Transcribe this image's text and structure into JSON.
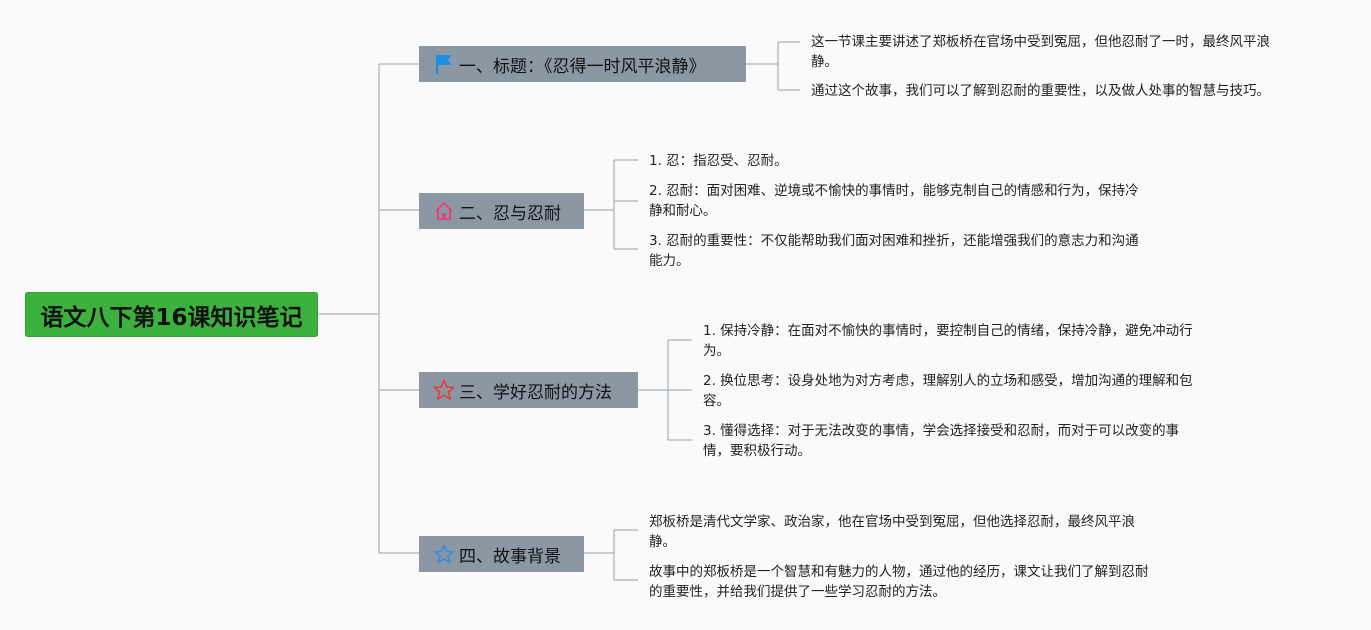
{
  "root": {
    "label": "语文八下第16课知识笔记"
  },
  "branches": [
    {
      "label": "一、标题：《忍得一时风平浪静》",
      "icon": "flag-icon",
      "leaves": [
        "这一节课主要讲述了郑板桥在官场中受到冤屈，但他忍耐了一时，最终风平浪静。",
        "通过这个故事，我们可以了解到忍耐的重要性，以及做人处事的智慧与技巧。"
      ]
    },
    {
      "label": "二、忍与忍耐",
      "icon": "home-icon",
      "leaves": [
        "1. 忍：指忍受、忍耐。",
        "2. 忍耐：面对困难、逆境或不愉快的事情时，能够克制自己的情感和行为，保持冷静和耐心。",
        "3. 忍耐的重要性：不仅能帮助我们面对困难和挫折，还能增强我们的意志力和沟通能力。"
      ]
    },
    {
      "label": "三、学好忍耐的方法",
      "icon": "star-outline-red-icon",
      "leaves": [
        "1. 保持冷静：在面对不愉快的事情时，要控制自己的情绪，保持冷静，避免冲动行为。",
        "2. 换位思考：设身处地为对方考虑，理解别人的立场和感受，增加沟通的理解和包容。",
        "3. 懂得选择：对于无法改变的事情，学会选择接受和忍耐，而对于可以改变的事情，要积极行动。"
      ]
    },
    {
      "label": "四、故事背景",
      "icon": "star-outline-blue-icon",
      "leaves": [
        "郑板桥是清代文学家、政治家，他在官场中受到冤屈，但他选择忍耐，最终风平浪静。",
        "故事中的郑板桥是一个智慧和有魅力的人物，通过他的经历，课文让我们了解到忍耐的重要性，并给我们提供了一些学习忍耐的方法。"
      ]
    }
  ],
  "colors": {
    "root_bg": "#3db13d",
    "branch_bg": "#8b98a4",
    "connector": "#a9b3bc",
    "flag": "#1d8fe0",
    "home": "#e0457a",
    "star_red": "#e23b3b",
    "star_blue": "#2c8de0"
  }
}
